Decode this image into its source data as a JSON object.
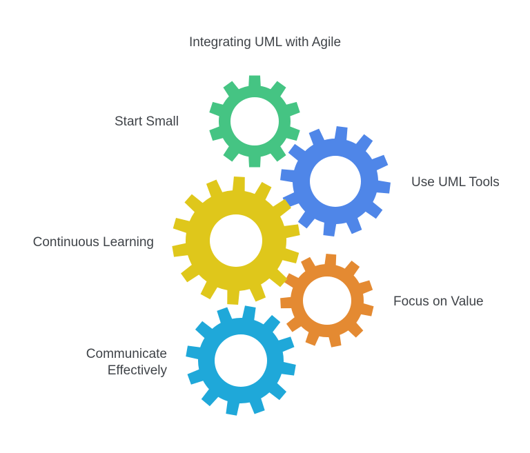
{
  "title": "Integrating UML with Agile",
  "gears": [
    {
      "id": "start-small",
      "label": "Start Small",
      "color": "#45c483"
    },
    {
      "id": "use-uml-tools",
      "label": "Use UML Tools",
      "color": "#4f86e8"
    },
    {
      "id": "continuous-learning",
      "label": "Continuous Learning",
      "color": "#dfc71b"
    },
    {
      "id": "focus-on-value",
      "label": "Focus on Value",
      "color": "#e48a32"
    },
    {
      "id": "communicate-effectively",
      "label_line1": "Communicate",
      "label_line2": "Effectively",
      "color": "#1fa8d9"
    }
  ]
}
